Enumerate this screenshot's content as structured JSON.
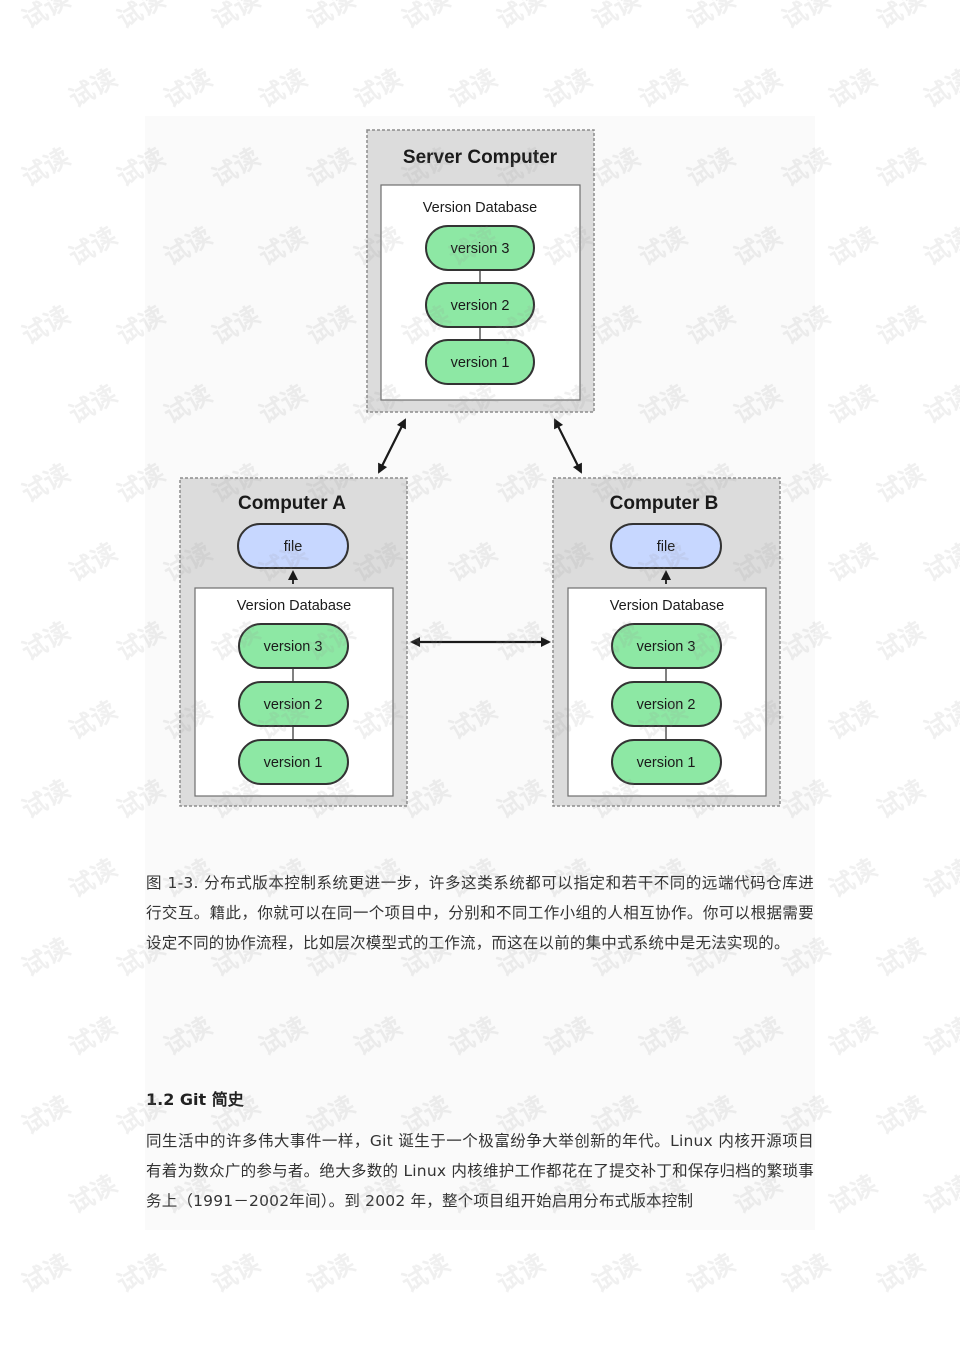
{
  "diagram": {
    "server": {
      "title": "Server Computer",
      "db_title": "Version Database",
      "versions": [
        "version 3",
        "version 2",
        "version 1"
      ]
    },
    "computer_a": {
      "title": "Computer A",
      "file_label": "file",
      "db_title": "Version Database",
      "versions": [
        "version 3",
        "version 2",
        "version 1"
      ]
    },
    "computer_b": {
      "title": "Computer B",
      "file_label": "file",
      "db_title": "Version Database",
      "versions": [
        "version 3",
        "version 2",
        "version 1"
      ]
    }
  },
  "caption": "图 1-3. 分布式版本控制系统更进一步，许多这类系统都可以指定和若干不同的远端代码仓库进行交互。籍此，你就可以在同一个项目中，分别和不同工作小组的人相互协作。你可以根据需要设定不同的协作流程，比如层次模型式的工作流，而这在以前的集中式系统中是无法实现的。",
  "section": {
    "heading": "1.2 Git  简史",
    "body": "同生活中的许多伟大事件一样，Git 诞生于一个极富纷争大举创新的年代。Linux 内核开源项目有着为数众广的参与者。绝大多数的 Linux 内核维护工作都花在了提交补丁和保存归档的繁琐事务上（1991－2002年间）。到 2002 年，整个项目组开始启用分布式版本控制"
  },
  "watermark": {
    "text": "试读",
    "color": "#969696"
  }
}
